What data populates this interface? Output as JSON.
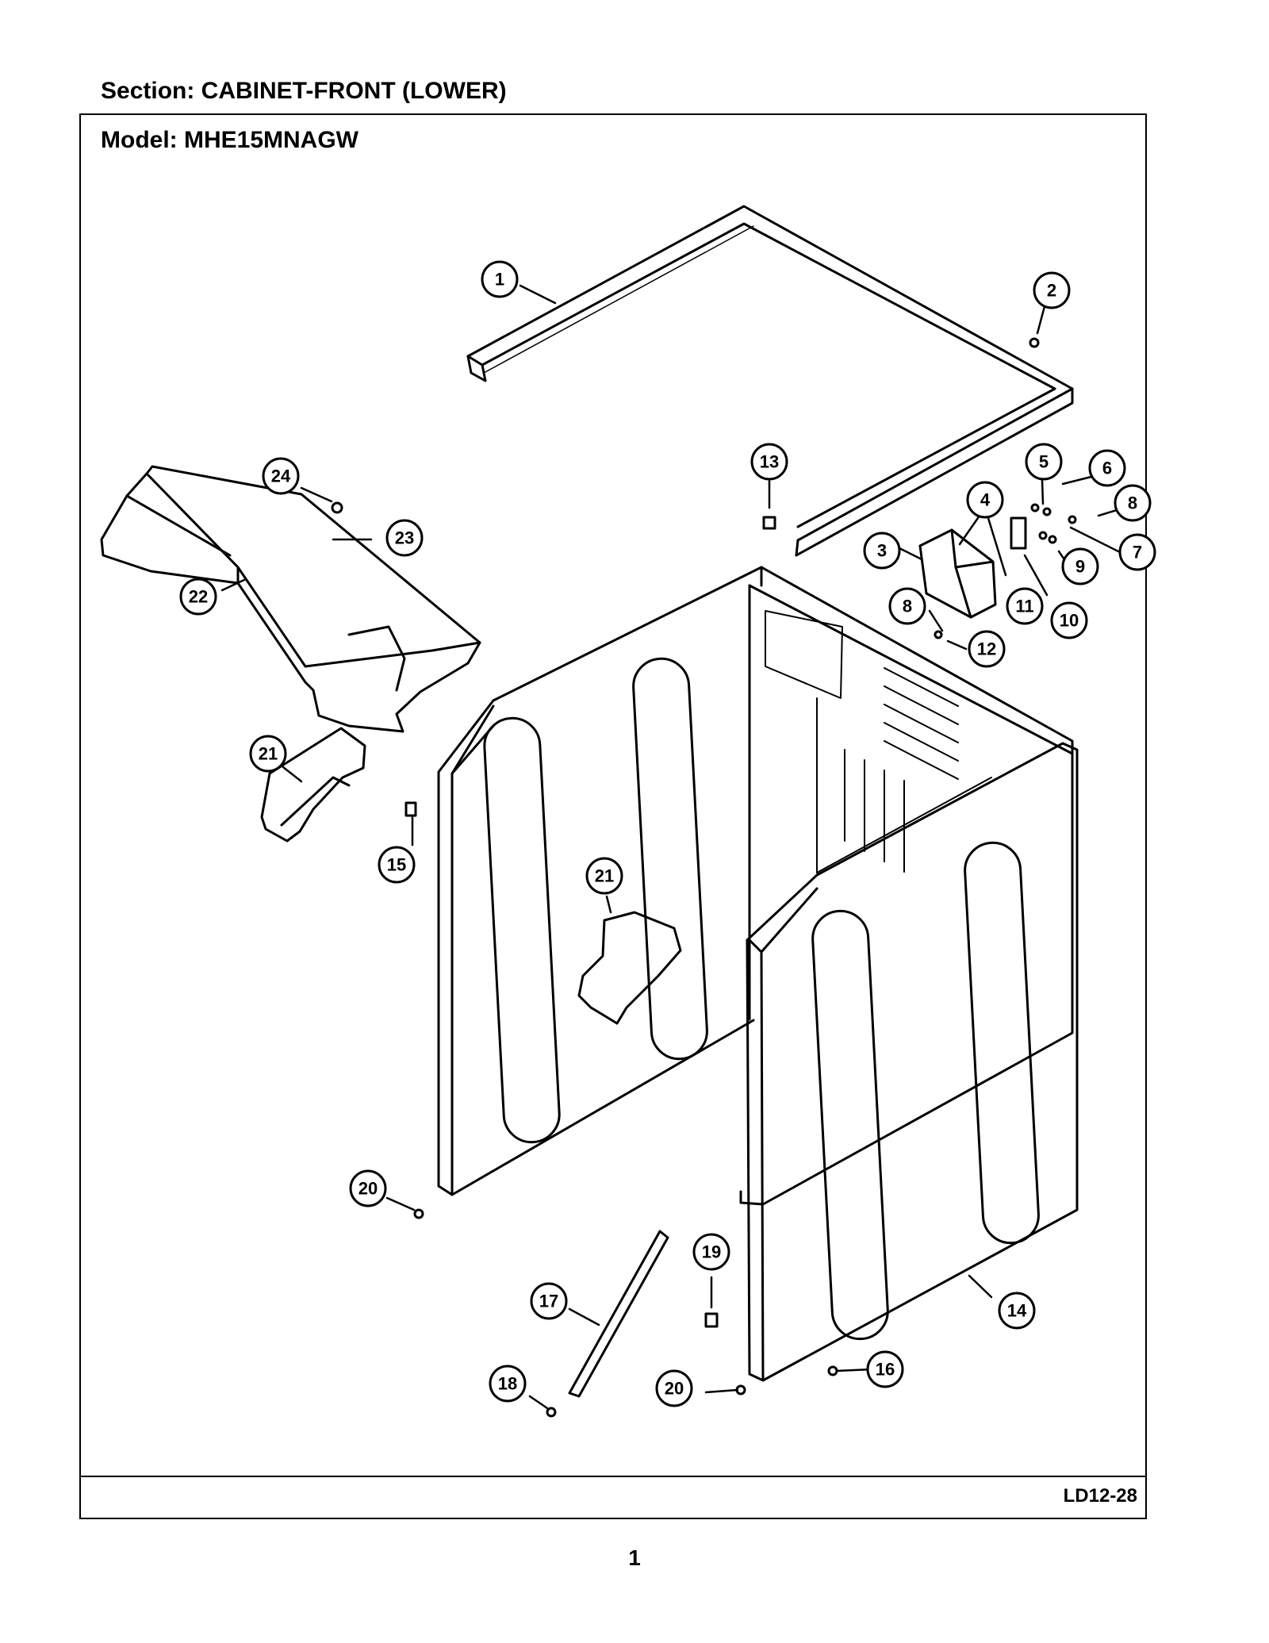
{
  "header": {
    "section_label": "Section:  CABINET-FRONT (LOWER)",
    "model_label": "Model:  MHE15MNAGW"
  },
  "footer": {
    "diagram_code": "LD12-28",
    "page_number": "1"
  },
  "callouts": [
    "1",
    "2",
    "3",
    "4",
    "5",
    "6",
    "7",
    "8",
    "9",
    "10",
    "11",
    "12",
    "13",
    "14",
    "15",
    "16",
    "17",
    "18",
    "19",
    "20",
    "21",
    "22",
    "23",
    "24"
  ]
}
